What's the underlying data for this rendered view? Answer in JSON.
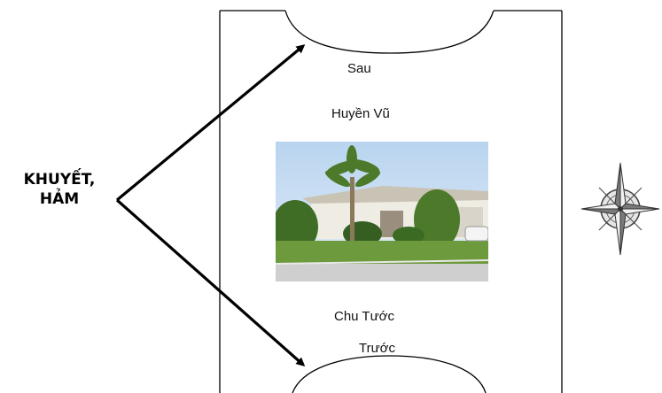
{
  "labels": {
    "side": [
      "KHUYẾT,",
      "HẢM"
    ],
    "back": "Sau",
    "upper": "Huyền Vũ",
    "lower": "Chu Tước",
    "front": "Trước"
  },
  "colors": {
    "stroke": "#000000",
    "sky": "#c9def2",
    "lawn": "#6e9a3e",
    "palm": "#4c7a2a",
    "house_wall": "#efece4",
    "road": "#cfcfcf"
  },
  "icons": {
    "compass": "compass-rose-icon",
    "photo": "house-photo"
  }
}
